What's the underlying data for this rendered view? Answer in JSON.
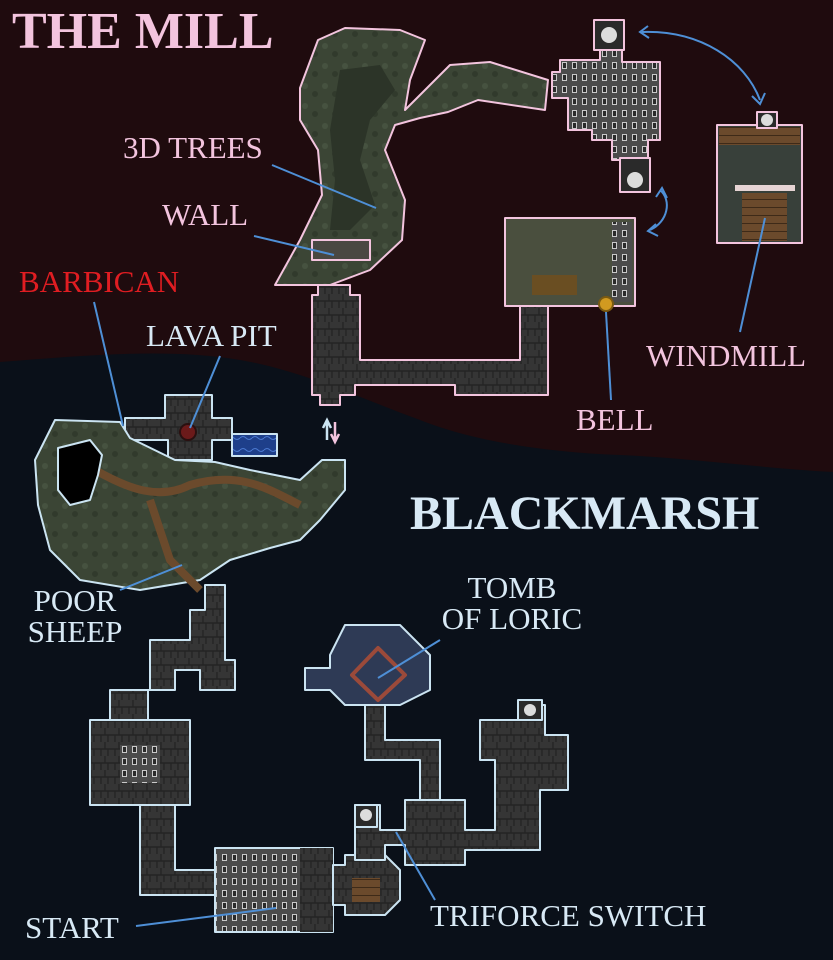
{
  "regions": {
    "mill": "THE MILL",
    "blackmarsh": "BLACKMARSH"
  },
  "labels": {
    "trees": "3D TREES",
    "wall": "WALL",
    "barbican": "BARBICAN",
    "lava_pit": "LAVA PIT",
    "windmill": "WINDMILL",
    "bell": "BELL",
    "poor_sheep": "POOR\nSHEEP",
    "tomb": "TOMB\nOF LORIC",
    "start": "START",
    "triforce": "TRIFORCE SWITCH"
  },
  "colors": {
    "mill_bg": "#1f0b0e",
    "blackmarsh_bg": "#0a1019",
    "mill_outline": "#f3c4de",
    "blackmarsh_outline": "#cbe4f2",
    "barbican_text": "#e01d22",
    "pointer_line": "#4e8fd6",
    "floor_stone": "#353535",
    "floor_grass": "#3a4434"
  },
  "icons": {
    "connector": "swap-arrows-icon",
    "link": "curved-double-arrow-icon"
  }
}
